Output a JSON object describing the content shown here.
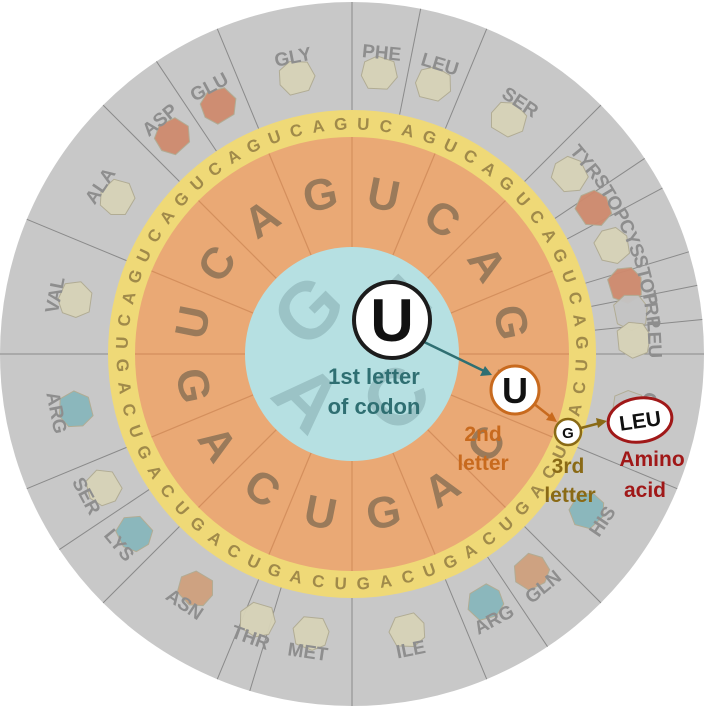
{
  "colors": {
    "outer_ring": "#c8c8c8",
    "third_ring": "#efd977",
    "second_ring": "#eaa975",
    "center": "#b6e0e2",
    "spoke": "#8a8a8a",
    "ring_letter": "#a08a4a",
    "second_letter": "#9a7a5a",
    "amino_text": "#8e8e8e",
    "callout_teal": "#2f6f72",
    "callout_orange": "#c86a1e",
    "callout_brown": "#8a6a16",
    "callout_red": "#a01818"
  },
  "center": {
    "first_letters": [
      "U",
      "C",
      "A",
      "G"
    ]
  },
  "second_letters": [
    "U",
    "C",
    "A",
    "G",
    "U",
    "C",
    "A",
    "G",
    "U",
    "C",
    "A",
    "G",
    "U",
    "C",
    "A",
    "G"
  ],
  "third_letters": [
    "U",
    "C",
    "A",
    "G",
    "U",
    "C",
    "A",
    "G",
    "U",
    "C",
    "A",
    "G",
    "U",
    "C",
    "A",
    "G",
    "U",
    "C",
    "A",
    "G",
    "U",
    "C",
    "A",
    "G",
    "U",
    "C",
    "A",
    "G",
    "U",
    "C",
    "A",
    "G",
    "U",
    "C",
    "A",
    "G",
    "U",
    "C",
    "A",
    "G",
    "U",
    "C",
    "A",
    "G",
    "U",
    "C",
    "A",
    "G",
    "U",
    "C",
    "A",
    "G",
    "U",
    "C",
    "A",
    "G",
    "U",
    "C",
    "A",
    "G",
    "U",
    "C",
    "A",
    "G"
  ],
  "amino_acids": [
    {
      "label": "PHE",
      "color": "#d7d3b8"
    },
    {
      "label": "LEU",
      "color": "#d7d3b8"
    },
    {
      "label": "SER",
      "color": "#d7d3b8"
    },
    {
      "label": "TYR",
      "color": "#d7d3b8"
    },
    {
      "label": "STOP",
      "color": "#cf8a6e"
    },
    {
      "label": "CYS",
      "color": "#d7d3b8"
    },
    {
      "label": "STOP",
      "color": "#cf8a6e"
    },
    {
      "label": "TRP",
      "color": "#c4c4c4"
    },
    {
      "label": "LEU",
      "color": "#d7d3b8"
    },
    {
      "label": "PRO",
      "color": "#c4c4c4"
    },
    {
      "label": "HIS",
      "color": "#88b7bc"
    },
    {
      "label": "GLN",
      "color": "#cfa07e"
    },
    {
      "label": "ARG",
      "color": "#88b7bc"
    },
    {
      "label": "ILE",
      "color": "#d7d3b8"
    },
    {
      "label": "MET",
      "color": "#d7d3b8"
    },
    {
      "label": "THR",
      "color": "#d7d3b8"
    },
    {
      "label": "ASN",
      "color": "#cfa07e"
    },
    {
      "label": "LYS",
      "color": "#88b7bc"
    },
    {
      "label": "SER",
      "color": "#d7d3b8"
    },
    {
      "label": "ARG",
      "color": "#88b7bc"
    },
    {
      "label": "VAL",
      "color": "#d7d3b8"
    },
    {
      "label": "ALA",
      "color": "#d7d3b8"
    },
    {
      "label": "ASP",
      "color": "#cf8a6e"
    },
    {
      "label": "GLU",
      "color": "#cf8a6e"
    },
    {
      "label": "GLY",
      "color": "#d7d3b8"
    }
  ],
  "example": {
    "first_letter": "U",
    "second_letter": "U",
    "third_letter": "G",
    "amino_acid": "LEU"
  },
  "labels": {
    "first": [
      "1st letter",
      "of codon"
    ],
    "second": [
      "2nd",
      "letter"
    ],
    "third": [
      "3rd",
      "letter"
    ],
    "amino": [
      "Amino",
      "acid"
    ]
  }
}
